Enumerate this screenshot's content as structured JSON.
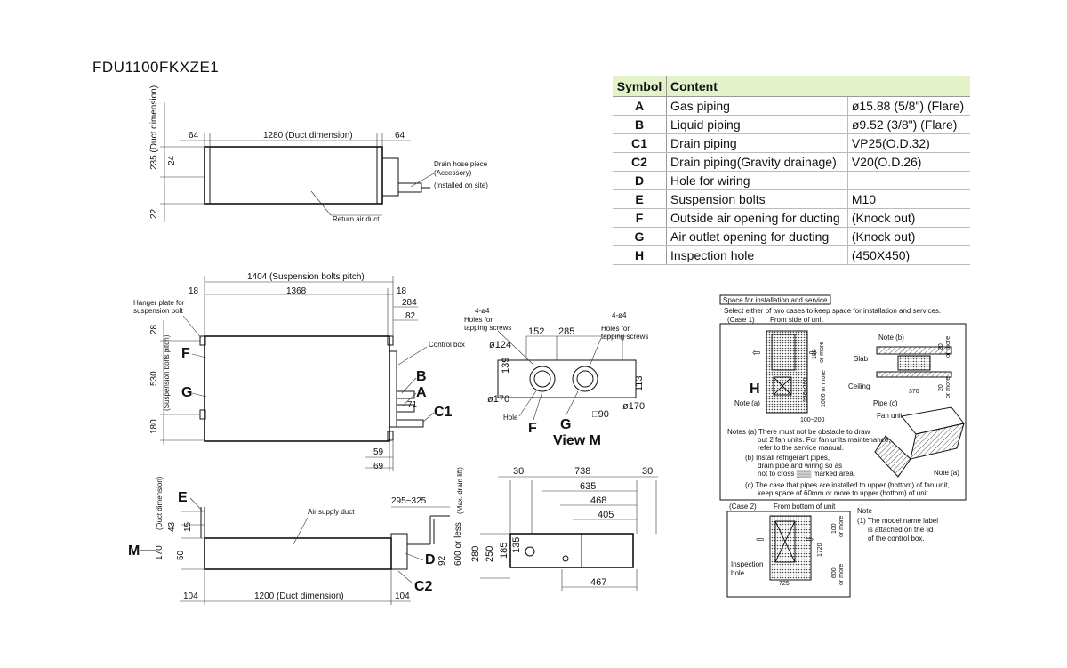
{
  "model": "FDU1100FKXZE1",
  "table": {
    "header": {
      "symbol": "Symbol",
      "content": "Content"
    },
    "rows": [
      {
        "symbol": "A",
        "content": "Gas piping",
        "spec": "ø15.88 (5/8\") (Flare)"
      },
      {
        "symbol": "B",
        "content": "Liquid piping",
        "spec": "ø9.52 (3/8\") (Flare)"
      },
      {
        "symbol": "C1",
        "content": "Drain piping",
        "spec": "VP25(O.D.32)"
      },
      {
        "symbol": "C2",
        "content": "Drain piping(Gravity drainage)",
        "spec": "V20(O.D.26)"
      },
      {
        "symbol": "D",
        "content": "Hole for wiring",
        "spec": ""
      },
      {
        "symbol": "E",
        "content": "Suspension bolts",
        "spec": "M10"
      },
      {
        "symbol": "F",
        "content": "Outside air opening for ducting",
        "spec": "(Knock out)"
      },
      {
        "symbol": "G",
        "content": "Air outlet opening for ducting",
        "spec": "(Knock out)"
      },
      {
        "symbol": "H",
        "content": "Inspection hole",
        "spec": "(450X450)"
      }
    ]
  },
  "top_view": {
    "dims": {
      "d64a": "64",
      "d1280": "1280 (Duct dimension)",
      "d64b": "64",
      "d235": "235 (Duct dimension)",
      "d24": "24",
      "d22": "22"
    },
    "labels": {
      "drain_hose": "Drain hose piece",
      "accessory": "(Accessory)",
      "installed": "(Installed on site)",
      "return_air": "Return air duct"
    }
  },
  "plan_view": {
    "dims": {
      "d1404": "1404 (Suspension bolts pitch)",
      "d18a": "18",
      "d1368": "1368",
      "d18b": "18",
      "d284": "284",
      "d82": "82",
      "d28": "28",
      "d530": "530",
      "d530_note": "(Suspension bolts pitch)",
      "d180": "180",
      "d71": "71",
      "d59": "59",
      "d69": "69"
    },
    "labels": {
      "hanger1": "Hanger plate for",
      "hanger2": "suspension bolt",
      "control_box": "Control box",
      "F": "F",
      "G": "G",
      "A": "A",
      "B": "B",
      "C1": "C1"
    }
  },
  "view_m": {
    "dims": {
      "holes_l": "4-ø4",
      "holes_l1": "Holes for",
      "holes_l2": "tapping screws",
      "holes_r": "4-ø4",
      "holes_r1": "Holes for",
      "holes_r2": "tapping screws",
      "d152": "152",
      "d285": "285",
      "d124": "ø124",
      "d139": "139",
      "d170a": "ø170",
      "d113": "113",
      "d170b": "ø170",
      "d90": "□90"
    },
    "labels": {
      "hole": "Hole",
      "F": "F",
      "G": "G",
      "title": "View M"
    }
  },
  "side_view": {
    "dims": {
      "d295": "295~325",
      "d43": "43",
      "d15": "15",
      "d170": "170",
      "d50": "50",
      "d170_note": "(Duct dimension)",
      "d92": "92",
      "d600": "600 or less",
      "d600_note": "(Max. drain lift)",
      "d104a": "104",
      "d1200": "1200 (Duct dimension)",
      "d104b": "104"
    },
    "labels": {
      "E": "E",
      "M": "M",
      "air_supply": "Air supply duct",
      "D": "D",
      "C2": "C2"
    }
  },
  "end_view": {
    "dims": {
      "d30a": "30",
      "d738": "738",
      "d30b": "30",
      "d635": "635",
      "d468": "468",
      "d405": "405",
      "d280": "280",
      "d250": "250",
      "d185": "185",
      "d135": "135",
      "d467": "467"
    }
  },
  "service": {
    "title": "Space for installation and service",
    "select": "Select either of two cases to keep space for installation and services.",
    "case1": "(Case 1)",
    "case1_from": "From side of unit",
    "case2": "(Case 2)",
    "case2_from": "From bottom of unit",
    "H": "H",
    "note_a": "Note (a)",
    "note_b": "Note (b)",
    "note_a2": "Note (a)",
    "slab": "Slab",
    "ceiling": "Ceiling",
    "pipe_c": "Pipe (c)",
    "fan_unit": "Fan unit",
    "d100": "100",
    "d100_or": "or more",
    "d150_200": "150~200",
    "d1000": "1000 or more",
    "d100_200": "100~200",
    "d20a": "20",
    "d20a_or": "or more",
    "d370": "370",
    "d20b": "20",
    "d20b_or": "or more",
    "notes": [
      "Notes (a) There must not be obstacle to draw",
      "out 2 fan units. For fan units maintenance,",
      "refer to the service manual.",
      "(b) Install refrigerant pipes,",
      "drain pipe,and wiring so as",
      "not to cross ▒▒▒ marked area.",
      "(c) The case that pipes are installed to upper (bottom) of fan unit,",
      "keep space of 60mm or more to upper (bottom) of unit."
    ],
    "case2_d100": "100",
    "case2_d100_or": "or more",
    "case2_d1720": "1720",
    "case2_d600": "600",
    "case2_d600_or": "or more",
    "case2_d725": "725",
    "inspection1": "Inspection",
    "inspection2": "hole",
    "note_title": "Note",
    "note_lines": [
      "(1) The model name label",
      "is attached on the lid",
      "of the control box."
    ]
  }
}
